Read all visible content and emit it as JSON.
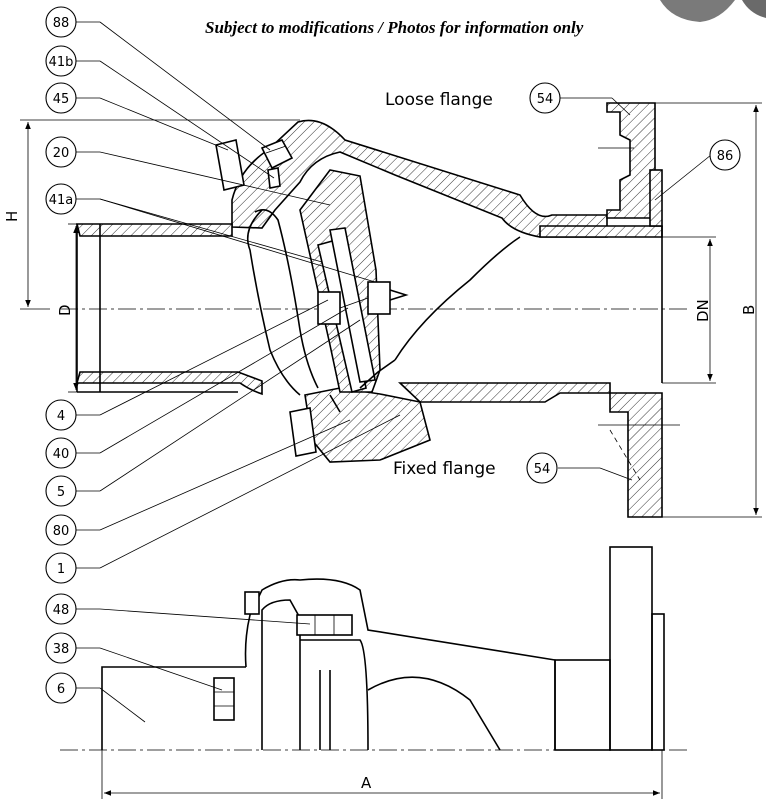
{
  "notice": "Subject to modifications / Photos for information only",
  "labels": {
    "loose_flange": "Loose flange",
    "fixed_flange": "Fixed flange"
  },
  "dimensions": {
    "h": "H",
    "d": "D",
    "dn": "DN",
    "b": "B",
    "a": "A"
  },
  "parts": {
    "p88": "88",
    "p41b": "41b",
    "p45": "45",
    "p20": "20",
    "p41a": "41a",
    "p4": "4",
    "p40": "40",
    "p5": "5",
    "p80": "80",
    "p1": "1",
    "p48": "48",
    "p38": "38",
    "p6": "6",
    "p54_loose": "54",
    "p86": "86",
    "p54_fixed": "54"
  }
}
